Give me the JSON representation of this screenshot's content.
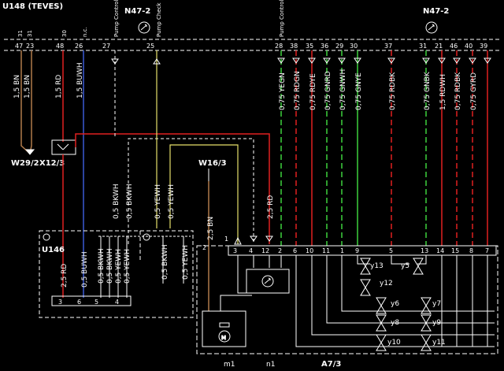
{
  "header": {
    "title": "U148 (TEVES)",
    "n47_left": "N47-2",
    "n47_right": "N47-2"
  },
  "top_labels": {
    "l31a": "31",
    "l31b": "31",
    "l30": "30",
    "nc": "n.c.",
    "pump_ctrl1": "Pump Control",
    "pump_check": "Pump Check",
    "pump_ctrl2": "Pump Control"
  },
  "top_pins": [
    {
      "pin": "47"
    },
    {
      "pin": "23"
    },
    {
      "pin": "48"
    },
    {
      "pin": "26"
    },
    {
      "pin": "27"
    },
    {
      "pin": "25"
    },
    {
      "pin": "28"
    },
    {
      "pin": "38"
    },
    {
      "pin": "35"
    },
    {
      "pin": "36"
    },
    {
      "pin": "29"
    },
    {
      "pin": "30"
    },
    {
      "pin": "37"
    },
    {
      "pin": "31"
    },
    {
      "pin": "21"
    },
    {
      "pin": "46"
    },
    {
      "pin": "40"
    },
    {
      "pin": "39"
    }
  ],
  "wire_labels": [
    {
      "text": "1,5 BN"
    },
    {
      "text": "1,5 BN"
    },
    {
      "text": "1,5 RD"
    },
    {
      "text": "1,5 BUWH"
    },
    {
      "text": "0,75 YEGN"
    },
    {
      "text": "0,75 RDGN"
    },
    {
      "text": "0,75 RDYE"
    },
    {
      "text": "0,75 GNRD"
    },
    {
      "text": "0,75 GNWH"
    },
    {
      "text": "0,75 GNYE"
    },
    {
      "text": "0,75 RDBK"
    },
    {
      "text": "0,75 GNBK"
    },
    {
      "text": "1,5 RDWH"
    },
    {
      "text": "0,75 RDBK"
    },
    {
      "text": "0,75 GYRD"
    }
  ],
  "components": {
    "w29_2": "W29/2",
    "x12_3": "X12/3",
    "w16_3": "W16/3",
    "u146": "U146",
    "a7_3": "A7/3",
    "m1": "m1",
    "n1": "n1"
  },
  "mid_labels": [
    {
      "text": "0,5 BKWH"
    },
    {
      "text": "0,5 BKWH"
    },
    {
      "text": "0,5 YEWH"
    },
    {
      "text": "0,5 YEWH"
    },
    {
      "text": "2,5 BN"
    },
    {
      "text": "2,5 RD"
    }
  ],
  "u146_labels": [
    {
      "text": "2,5 RD"
    },
    {
      "text": "0,5 BUWH"
    },
    {
      "text": "0,5 BKWH"
    },
    {
      "text": "0,5 BKWH"
    },
    {
      "text": "0,5 YEWH"
    },
    {
      "text": "0,5 YEWH"
    },
    {
      "text": "0,5 BKWH"
    },
    {
      "text": "0,5 YEWH"
    }
  ],
  "u146_pins": [
    "3",
    "6",
    "5",
    "4"
  ],
  "a7_pins": [
    "3",
    "4",
    "12",
    "2",
    "6",
    "10",
    "11",
    "1",
    "9",
    "5",
    "13",
    "14",
    "15",
    "8",
    "7"
  ],
  "side_pins": {
    "p1": "1",
    "p2": "2"
  },
  "valves": [
    "y13",
    "y5",
    "y12",
    "y6",
    "y7",
    "y8",
    "y9",
    "y10",
    "y11"
  ]
}
